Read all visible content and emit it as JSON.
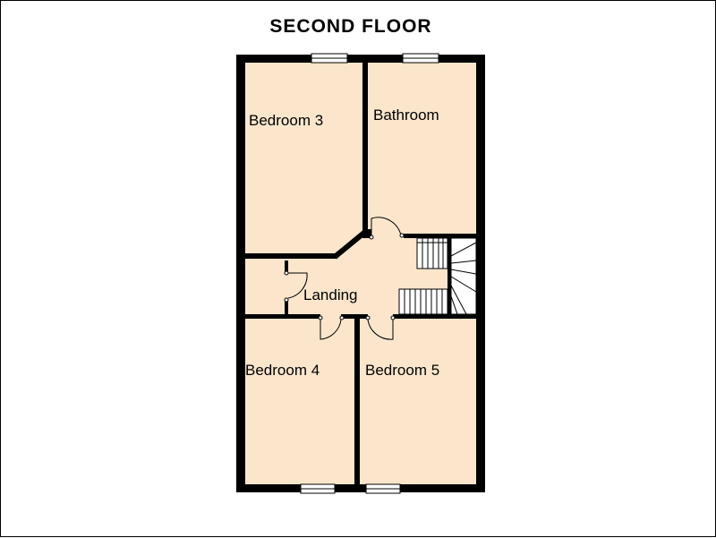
{
  "floor_title": "SECOND FLOOR",
  "rooms": {
    "bedroom3": "Bedroom 3",
    "bathroom": "Bathroom",
    "landing": "Landing",
    "bedroom4": "Bedroom 4",
    "bedroom5": "Bedroom 5"
  },
  "colors": {
    "floor_fill": "#FBE6CC",
    "wall": "#000000",
    "background": "#FFFFFF"
  }
}
